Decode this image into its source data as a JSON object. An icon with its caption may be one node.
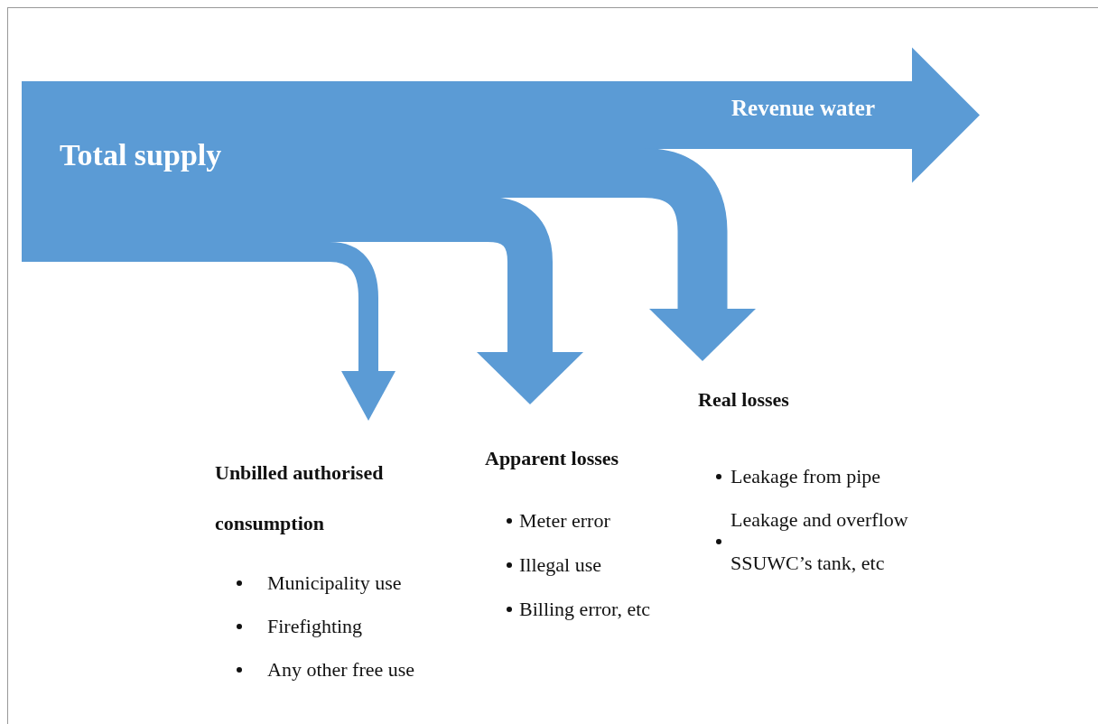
{
  "diagram": {
    "nodes": [
      {
        "text": [
          "Total supply"
        ]
      },
      {
        "text": [
          "Unbilled authorised consumption",
          "Municipality use",
          "Firefighting",
          "Any other free use"
        ]
      },
      {
        "text": [
          "Apparent losses",
          "Meter error",
          "Illegal use",
          "Billing error, etc"
        ]
      },
      {
        "text": [
          "Real losses",
          "Leakage from pipe",
          "Leakage and overflow SSUWC’s tank, etc"
        ]
      }
    ],
    "edges": [
      {
        "from": 0,
        "to": null,
        "arrow": "to",
        "label": "Revenue water"
      },
      {
        "from": 0,
        "to": 1,
        "arrow": "to"
      },
      {
        "from": 0,
        "to": 2,
        "arrow": "to"
      },
      {
        "from": 0,
        "to": 3,
        "arrow": "to"
      }
    ]
  }
}
